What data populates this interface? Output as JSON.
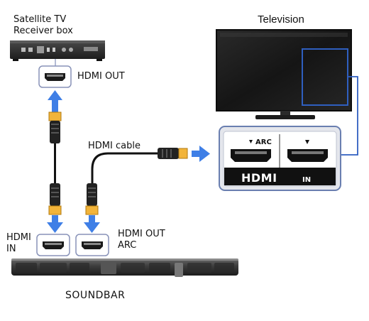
{
  "labels": {
    "receiver_line1": "Satellite TV",
    "receiver_line2": "Receiver box",
    "hdmi_out": "HDMI OUT",
    "hdmi_cable": "HDMI cable",
    "hdmi_in_line1": "HDMI",
    "hdmi_in_line2": "IN",
    "hdmi_out_arc_line1": "HDMI OUT",
    "hdmi_out_arc_line2": "ARC",
    "television": "Television",
    "soundbar": "SOUNDBAR",
    "panel_arc": "ARC",
    "panel_logo": "HDMI",
    "panel_in": "IN"
  },
  "colors": {
    "arrow_blue": "#3f7fe6",
    "plug_orange": "#f2b43a",
    "panel_border": "#6a7fb0",
    "highlight_blue": "#2f5fc0"
  },
  "icons": [
    "satellite-receiver-icon",
    "television-icon",
    "soundbar-icon",
    "hdmi-plug-icon",
    "hdmi-port-icon",
    "arrow-icon"
  ]
}
